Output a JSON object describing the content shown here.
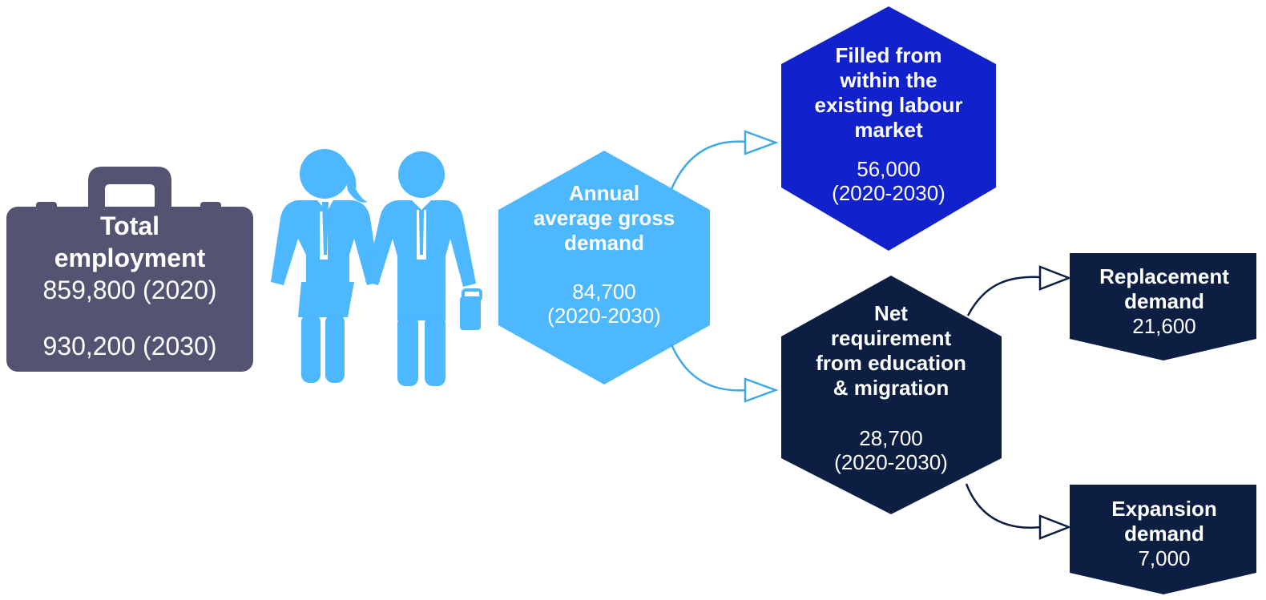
{
  "colors": {
    "briefcase": "#545372",
    "people": "#4DB7FF",
    "gross": "#4DB7FF",
    "filled": "#1122CC",
    "navy": "#0C1F43",
    "arrow_light": "#3FA8E8",
    "arrow_dark": "#0C1F43",
    "text": "#FFFFFF"
  },
  "icons": [
    "briefcase-icon",
    "person-female-icon",
    "person-male-icon",
    "small-briefcase-icon",
    "arrow-icon"
  ],
  "employment": {
    "title_line1": "Total",
    "title_line2": "employment",
    "value_2020": "859,800 (2020)",
    "value_2030": "930,200 (2030)"
  },
  "gross_demand": {
    "title_lines": [
      "Annual",
      "average gross",
      "demand"
    ],
    "value": "84,700",
    "period": "(2020-2030)"
  },
  "filled": {
    "title_lines": [
      "Filled from",
      "within the",
      "existing labour",
      "market"
    ],
    "value": "56,000",
    "period": "(2020-2030)"
  },
  "net_requirement": {
    "title_lines": [
      "Net",
      "requirement",
      "from education",
      "& migration"
    ],
    "value": "28,700",
    "period": "(2020-2030)"
  },
  "replacement": {
    "title_lines": [
      "Replacement",
      "demand"
    ],
    "value": "21,600"
  },
  "expansion": {
    "title_lines": [
      "Expansion",
      "demand"
    ],
    "value": "7,000"
  }
}
